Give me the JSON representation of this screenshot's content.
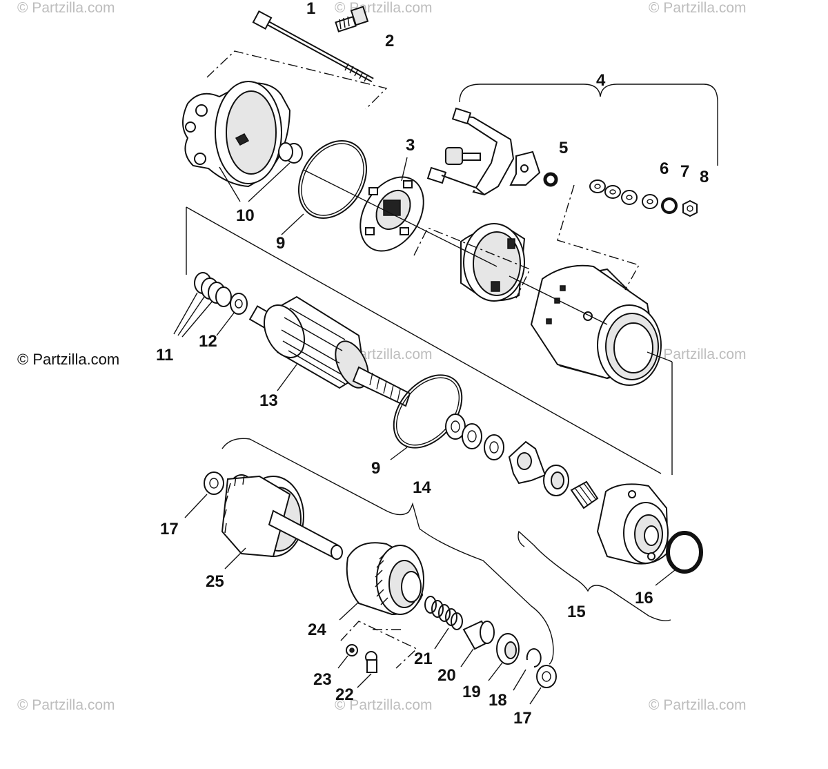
{
  "watermark": {
    "text": "© Partzilla.com",
    "corner_text": "© Partzilla.com"
  },
  "callouts": {
    "c1": "1",
    "c2": "2",
    "c3": "3",
    "c4": "4",
    "c5": "5",
    "c6": "6",
    "c7": "7",
    "c8": "8",
    "c9a": "9",
    "c9b": "9",
    "c10": "10",
    "c11": "11",
    "c12": "12",
    "c13": "13",
    "c14": "14",
    "c15": "15",
    "c16": "16",
    "c17a": "17",
    "c17b": "17",
    "c18": "18",
    "c19": "19",
    "c20": "20",
    "c21": "21",
    "c22": "22",
    "c23": "23",
    "c24": "24",
    "c25": "25"
  }
}
